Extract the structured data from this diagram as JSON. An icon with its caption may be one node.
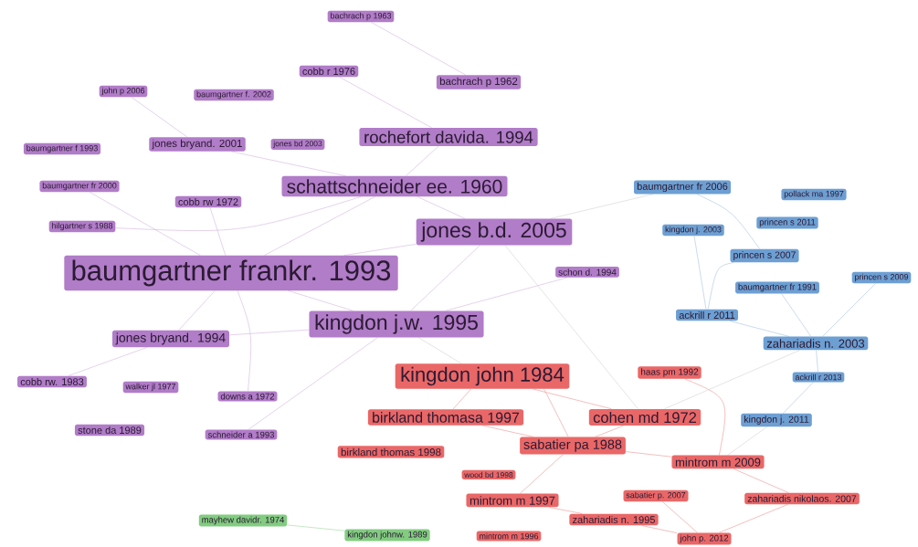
{
  "diagram": {
    "nodes": [
      {
        "text": [
          "bachrach p 1963"
        ]
      },
      {
        "text": [
          "cobb r 1976"
        ]
      },
      {
        "text": [
          "bachrach p 1962"
        ]
      },
      {
        "text": [
          "john p 2006"
        ]
      },
      {
        "text": [
          "baumgartner f. 2002"
        ]
      },
      {
        "text": [
          "rochefort davida. 1994"
        ]
      },
      {
        "text": [
          "baumgartner f 1993"
        ]
      },
      {
        "text": [
          "jones bryand. 2001"
        ]
      },
      {
        "text": [
          "jones bd 2003"
        ]
      },
      {
        "text": [
          "schattschneider ee. 1960"
        ]
      },
      {
        "text": [
          "baumgartner fr 2000"
        ]
      },
      {
        "text": [
          "cobb rw 1972"
        ]
      },
      {
        "text": [
          "baumgartner fr 2006"
        ]
      },
      {
        "text": [
          "pollack ma 1997"
        ]
      },
      {
        "text": [
          "hilgartner s 1988"
        ]
      },
      {
        "text": [
          "jones b.d. 2005"
        ]
      },
      {
        "text": [
          "kingdon j. 2003"
        ]
      },
      {
        "text": [
          "princen s 2011"
        ]
      },
      {
        "text": [
          "princen s 2007"
        ]
      },
      {
        "text": [
          "baumgartner frankr. 1993"
        ]
      },
      {
        "text": [
          "schon d. 1994"
        ]
      },
      {
        "text": [
          "princen s 2009"
        ]
      },
      {
        "text": [
          "baumgartner fr 1991"
        ]
      },
      {
        "text": [
          "kingdon j.w. 1995"
        ]
      },
      {
        "text": [
          "ackrill r 2011"
        ]
      },
      {
        "text": [
          "jones bryand. 1994"
        ]
      },
      {
        "text": [
          "zahariadis n. 2003"
        ]
      },
      {
        "text": [
          "kingdon john 1984"
        ]
      },
      {
        "text": [
          "haas pm 1992"
        ]
      },
      {
        "text": [
          "cobb rw. 1983"
        ]
      },
      {
        "text": [
          "walker jl 1977"
        ]
      },
      {
        "text": [
          "downs a 1972"
        ]
      },
      {
        "text": [
          "ackrill r 2013"
        ]
      },
      {
        "text": [
          "birkland thomasa 1997"
        ]
      },
      {
        "text": [
          "cohen md 1972"
        ]
      },
      {
        "text": [
          "kingdon j. 2011"
        ]
      },
      {
        "text": [
          "stone da 1989"
        ]
      },
      {
        "text": [
          "schneider a 1993"
        ]
      },
      {
        "text": [
          "birkland thomas 1998"
        ]
      },
      {
        "text": [
          "sabatier pa 1988"
        ]
      },
      {
        "text": [
          "mintrom m 2009"
        ]
      },
      {
        "text": [
          "wood bd 1998"
        ]
      },
      {
        "text": [
          "mintrom m 1997"
        ]
      },
      {
        "text": [
          "sabatier p. 2007"
        ]
      },
      {
        "text": [
          "zahariadis nikolaos. 2007"
        ]
      },
      {
        "text": [
          "mayhew davidr. 1974"
        ]
      },
      {
        "text": [
          "zahariadis n. 1995"
        ]
      },
      {
        "text": [
          "kingdon johnw. 1989"
        ]
      },
      {
        "text": [
          "mintrom m 1996"
        ]
      },
      {
        "text": [
          "john p. 2012"
        ]
      }
    ],
    "edges": [
      {
        "from": 19,
        "to": 9,
        "arrow": "none"
      },
      {
        "from": 19,
        "to": 15,
        "arrow": "none"
      },
      {
        "from": 19,
        "to": 23,
        "arrow": "none"
      },
      {
        "from": 19,
        "to": 25,
        "arrow": "none"
      },
      {
        "from": 19,
        "to": 11,
        "arrow": "none"
      },
      {
        "from": 9,
        "to": 5,
        "arrow": "none"
      },
      {
        "from": 9,
        "to": 15,
        "arrow": "none"
      },
      {
        "from": 2,
        "to": 0,
        "arrow": "none"
      },
      {
        "from": 7,
        "to": 9,
        "arrow": "none"
      },
      {
        "from": 25,
        "to": 23,
        "arrow": "none"
      },
      {
        "from": 15,
        "to": 23,
        "arrow": "none"
      },
      {
        "from": 31,
        "to": 19,
        "arrow": "none"
      },
      {
        "from": 37,
        "to": 23,
        "arrow": "none"
      },
      {
        "from": 14,
        "to": 9,
        "arrow": "none"
      },
      {
        "from": 10,
        "to": 19,
        "arrow": "none"
      },
      {
        "from": 3,
        "to": 7,
        "arrow": "none"
      },
      {
        "from": 29,
        "to": 25,
        "arrow": "none"
      },
      {
        "from": 20,
        "to": 23,
        "arrow": "none"
      },
      {
        "from": 1,
        "to": 5,
        "arrow": "none"
      },
      {
        "from": 27,
        "to": 33,
        "arrow": "none",
        "color": "#ec9494"
      },
      {
        "from": 27,
        "to": 34,
        "arrow": "none",
        "color": "#ec9494"
      },
      {
        "from": 27,
        "to": 39,
        "arrow": "none",
        "color": "#ec9494"
      },
      {
        "from": 33,
        "to": 39,
        "arrow": "none",
        "color": "#ec9494"
      },
      {
        "from": 34,
        "to": 39,
        "arrow": "none",
        "color": "#ec9494"
      },
      {
        "from": 39,
        "to": 40,
        "arrow": "none",
        "color": "#ec9494"
      },
      {
        "from": 40,
        "to": 44,
        "arrow": "none",
        "color": "#ec9494"
      },
      {
        "from": 42,
        "to": 46,
        "arrow": "none",
        "color": "#ec9494"
      },
      {
        "from": 39,
        "to": 42,
        "arrow": "none",
        "color": "#ec9494"
      },
      {
        "from": 28,
        "to": 40,
        "arrow": "none",
        "color": "#ec9494"
      },
      {
        "from": 43,
        "to": 49,
        "arrow": "none",
        "color": "#ec9494"
      },
      {
        "from": 44,
        "to": 49,
        "arrow": "none",
        "color": "#ec9494"
      },
      {
        "from": 46,
        "to": 49,
        "arrow": "none",
        "color": "#ec9494"
      },
      {
        "from": 12,
        "to": 18,
        "arrow": "none",
        "color": "#a6c3e2"
      },
      {
        "from": 18,
        "to": 24,
        "arrow": "none",
        "color": "#a6c3e2"
      },
      {
        "from": 22,
        "to": 26,
        "arrow": "none",
        "color": "#a6c3e2"
      },
      {
        "from": 24,
        "to": 26,
        "arrow": "none",
        "color": "#a6c3e2"
      },
      {
        "from": 26,
        "to": 32,
        "arrow": "none",
        "color": "#a6c3e2"
      },
      {
        "from": 16,
        "to": 24,
        "arrow": "none",
        "color": "#a6c3e2"
      },
      {
        "from": 21,
        "to": 26,
        "arrow": "none",
        "color": "#a6c3e2"
      },
      {
        "from": 32,
        "to": 35,
        "arrow": "none",
        "color": "#a6c3e2"
      },
      {
        "from": 23,
        "to": 27,
        "arrow": "none",
        "color": "#d2d2d2"
      },
      {
        "from": 15,
        "to": 34,
        "arrow": "none",
        "color": "#d2d2d2"
      },
      {
        "from": 26,
        "to": 34,
        "arrow": "none",
        "color": "#d2d2d2"
      },
      {
        "from": 12,
        "to": 15,
        "arrow": "none",
        "color": "#d2d2d2"
      },
      {
        "from": 35,
        "to": 40,
        "arrow": "none",
        "color": "#d2d2d2"
      },
      {
        "from": 45,
        "to": 47,
        "arrow": "none",
        "color": "#9fd69f"
      }
    ]
  }
}
